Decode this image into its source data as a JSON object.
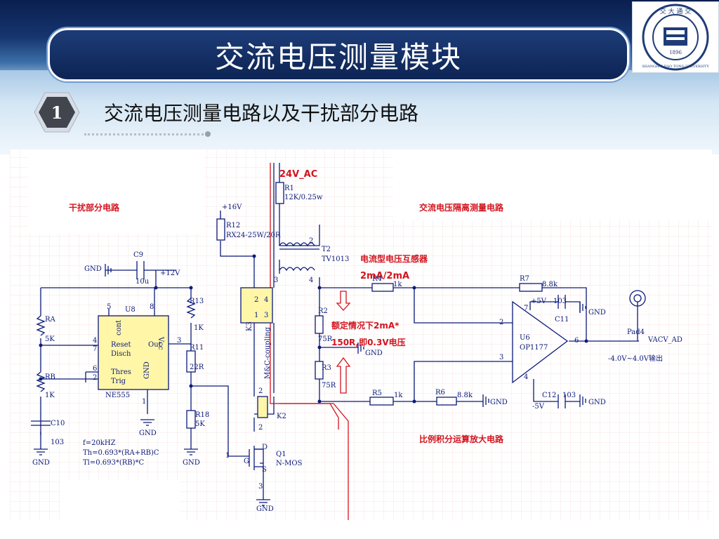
{
  "slide": {
    "title": "交流电压测量模块",
    "section_number": "1",
    "subtitle": "交流电压测量电路以及干扰部分电路"
  },
  "logo": {
    "top_text": "交 大 通 交",
    "ring_text": "SHANGHAI JIAO TONG UNIVERSITY",
    "year": "1896"
  },
  "schematic": {
    "section_labels": {
      "interference": "干扰部分电路",
      "isolation": "交流电压隔离测量电路",
      "amplifier": "比例积分运算放大电路"
    },
    "annotations": {
      "ac_source": "24V_AC",
      "transformer_type": "电流型电压互感器",
      "ratio": "2mA/2mA",
      "rated_line1": "额定情况下2mA*",
      "rated_line2": "150R,即0.3V电压",
      "output_range": "-4.0V~4.0V输出"
    },
    "timer_notes": {
      "freq": "f=20kHZ",
      "th": "Th=0.693*(RA+RB)C",
      "tl": "Tl=0.693*(RB)*C"
    },
    "labels": {
      "gnd": "GND",
      "plus12": "+12V",
      "plus16": "+16V",
      "plus5": "+5V",
      "minus5": "-5V",
      "c9": "C9",
      "c9v": "10u",
      "c10": "C10",
      "c10v": "103",
      "c11": "C11",
      "c11v": "103",
      "c12": "C12",
      "c12v": "103",
      "u8": "U8",
      "ne555": "NE555",
      "u8_reset": "Reset",
      "u8_disch": "Disch",
      "u8_thres": "Thres",
      "u8_trig": "Trig",
      "u8_out": "Out",
      "u8_cont": "cont",
      "u8_vcc": "Vcc",
      "u8_gnd": "GND",
      "pin1": "1",
      "pin2": "2",
      "pin3": "3",
      "pin4": "4",
      "pin5": "5",
      "pin6": "6",
      "pin7": "7",
      "pin8": "8",
      "ra": "RA",
      "ra_v": "5K",
      "rb": "RB",
      "rb_v": "1K",
      "r13": "R13",
      "r13_v": "1K",
      "r11": "R11",
      "r11_v": "22R",
      "r18": "R18",
      "r18_v": "5K",
      "r12": "R12",
      "r12_v": "RX24-25W/20R",
      "r1": "R1",
      "r1_v": "12K/0.25w",
      "r2": "R2",
      "r2_v": "75R",
      "r3": "R3",
      "r3_v": "75R",
      "r4": "R4",
      "r4_v": "1k",
      "r5": "R5",
      "r5_v": "1k",
      "r6": "R6",
      "r6_v": "8.8k",
      "r7": "R7",
      "r7_v": "8.8k",
      "t2": "T2",
      "t2_v": "TV1013",
      "k3": "K3",
      "k3_v": "M&C-coupling",
      "k2": "K2",
      "q1": "Q1",
      "q1_v": "N-MOS",
      "u6": "U6",
      "u6_v": "OP1177",
      "pad": "Pad4",
      "vacv": "VACV_AD",
      "g_pin": "G",
      "d_pin": "D",
      "s_pin": "S"
    }
  },
  "colors": {
    "wire": "#0b1a7a",
    "annotation": "#d2141e",
    "ic_fill": "#fff6a8",
    "title_bg": "#0d2454"
  }
}
